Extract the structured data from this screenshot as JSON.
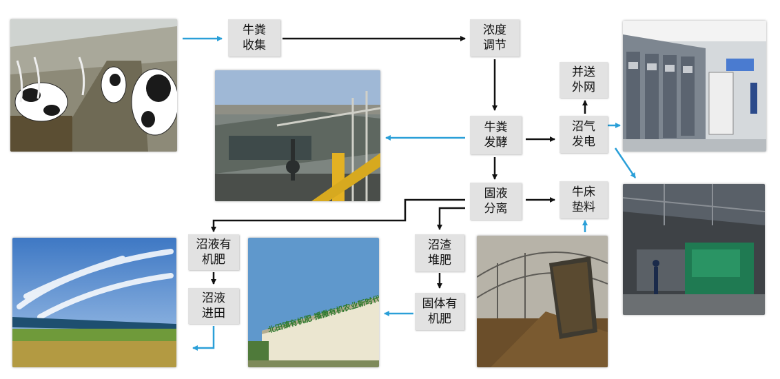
{
  "nodes": {
    "manure_collect": "牛粪\n收集",
    "concentration": "浓度\n调节",
    "ferment": "牛粪\n发酵",
    "biogas_power": "沼气\n发电",
    "grid": "并送\n外网",
    "separation": "固液\n分离",
    "bedding": "牛床\n垫料",
    "liquid_fert": "沼液有\n机肥",
    "liquid_field": "沼液\n进田",
    "residue_compost": "沼渣\n堆肥",
    "solid_fert": "固体有\n机肥"
  },
  "building_sign": "北田镇有机肥 播撒有机农业新时代",
  "colors": {
    "blue_arrow": "#2a9fd8",
    "black_arrow": "#111111",
    "node_bg": "#e2e2e2"
  }
}
